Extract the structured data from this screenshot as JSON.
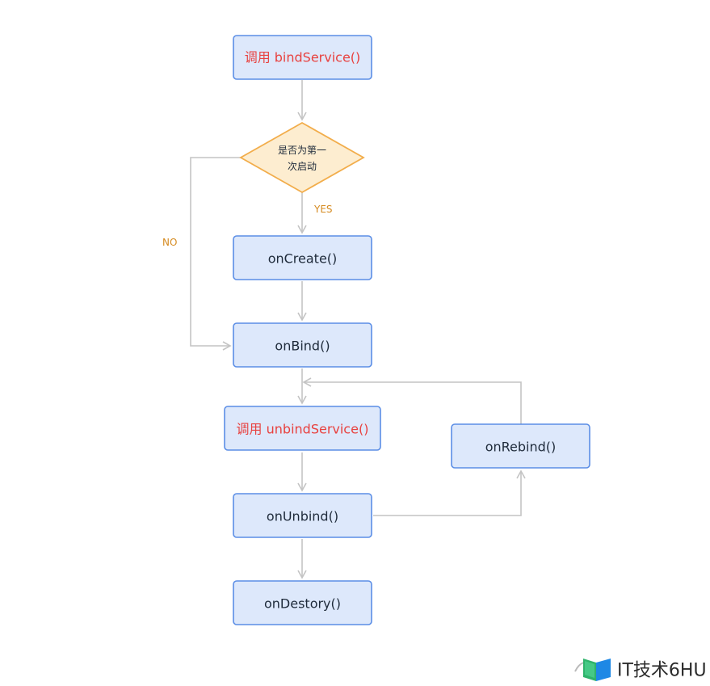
{
  "nodes": {
    "bind_service": {
      "label": "调用 bindService()",
      "highlight": true
    },
    "decision": {
      "line1": "是否为第一",
      "line2": "次启动"
    },
    "on_create": {
      "label": "onCreate()"
    },
    "on_bind": {
      "label": "onBind()"
    },
    "unbind_service": {
      "label": "调用 unbindService()",
      "highlight": true
    },
    "on_unbind": {
      "label": "onUnbind()"
    },
    "on_destory": {
      "label": "onDestory()"
    },
    "on_rebind": {
      "label": "onRebind()"
    }
  },
  "edge_labels": {
    "yes": "YES",
    "no": "NO"
  },
  "watermark": {
    "text": "IT技术6HU"
  },
  "colors": {
    "node_fill": "#dde8fb",
    "node_border": "#5b8ee6",
    "highlight_text": "#e8413f",
    "decision_fill": "#fdedd0",
    "decision_border": "#f2ad4b",
    "edge": "#c4c4c4",
    "edge_label": "#d58a1f"
  }
}
